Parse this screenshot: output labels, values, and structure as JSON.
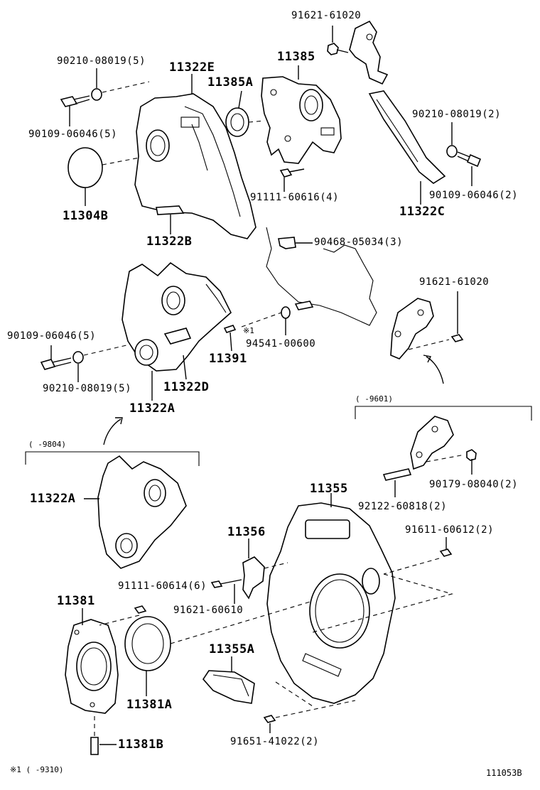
{
  "labels": {
    "p91621_61020_top": "91621-61020",
    "p11385": "11385",
    "p90210_08019_5_top": "90210-08019(5)",
    "p11322E": "11322E",
    "p11385A": "11385A",
    "p90210_08019_2": "90210-08019(2)",
    "p90109_06046_5_top": "90109-06046(5)",
    "p11304B": "11304B",
    "p91111_60616_4": "91111-60616(4)",
    "p90109_06046_2": "90109-06046(2)",
    "p11322C": "11322C",
    "p11322B": "11322B",
    "p90468_05034_3": "90468-05034(3)",
    "p91621_61020_mid": "91621-61020",
    "p90109_06046_5_mid": "90109-06046(5)",
    "p94541_00600": "94541-00600",
    "p11391": "11391",
    "p90210_08019_5_mid": "90210-08019(5)",
    "p11322D": "11322D",
    "p11322A_top": "11322A",
    "p11322A_box": "11322A",
    "p11355": "11355",
    "p90179_08040_2": "90179-08040(2)",
    "p92122_60818_2": "92122-60818(2)",
    "p11356": "11356",
    "p91611_60612_2": "91611-60612(2)",
    "p91111_60614_6": "91111-60614(6)",
    "p91621_60610": "91621-60610",
    "p11381": "11381",
    "p11355A": "11355A",
    "p11381A": "11381A",
    "p91651_41022_2": "91651-41022(2)",
    "p11381B": "11381B"
  },
  "notes": {
    "mark_star": "※1",
    "range_9804": "(    -9804)",
    "range_9601": "(    -9601)",
    "footnote": "※1 (    -9310)",
    "diagram_id": "111053B"
  }
}
